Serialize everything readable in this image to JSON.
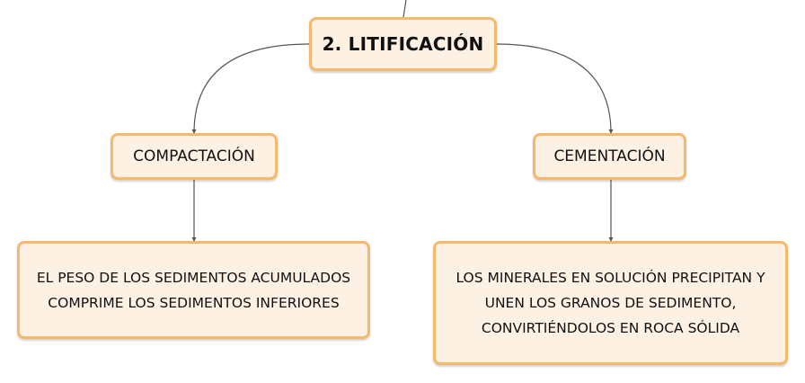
{
  "diagram": {
    "root": {
      "label": "2. LITIFICACIÓN"
    },
    "children": [
      {
        "label": "COMPACTACIÓN",
        "description": "EL PESO DE LOS SEDIMENTOS ACUMULADOS COMPRIME LOS SEDIMENTOS INFERIORES"
      },
      {
        "label": "CEMENTACIÓN",
        "description": "LOS MINERALES EN SOLUCIÓN PRECIPITAN Y UNEN LOS GRANOS DE SEDIMENTO, CONVIRTIÉNDOLOS EN ROCA SÓLIDA"
      }
    ],
    "colors": {
      "node_fill": "#fdf1e4",
      "node_border": "#f5b86c",
      "connector": "#555555"
    }
  }
}
